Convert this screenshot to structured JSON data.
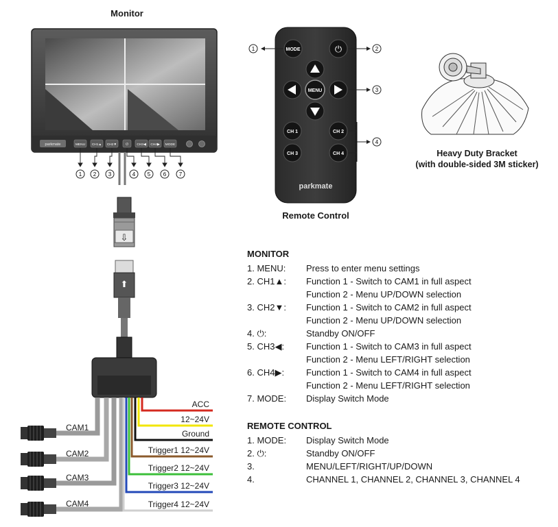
{
  "monitor": {
    "title": "Monitor",
    "brand": "parkmate",
    "buttons": [
      "MENU",
      "CH1▲",
      "CH2▼",
      "⏻",
      "CH3◀",
      "CH4▶",
      "MODE"
    ],
    "callouts": [
      "1",
      "2",
      "3",
      "4",
      "5",
      "6",
      "7"
    ]
  },
  "remote": {
    "title": "Remote Control",
    "brand": "parkmate",
    "mode_label": "MODE",
    "menu_label": "MENU",
    "ch_labels": [
      "CH 1",
      "CH 2",
      "CH 3",
      "CH 4"
    ],
    "callouts": [
      "1",
      "2",
      "3",
      "4"
    ]
  },
  "bracket": {
    "line1": "Heavy Duty Bracket",
    "line2": "(with double-sided 3M sticker)"
  },
  "connector": {
    "arrow_down": "⇩",
    "arrow_up": "⬆"
  },
  "wiring": {
    "cams": [
      "CAM1",
      "CAM2",
      "CAM3",
      "CAM4"
    ],
    "wires": [
      {
        "label": "ACC",
        "color": "#d42a1f"
      },
      {
        "label": "12~24V",
        "color": "#f2e600"
      },
      {
        "label": "Ground",
        "color": "#111111"
      },
      {
        "label": "Trigger1 12~24V",
        "color": "#8b5a2b"
      },
      {
        "label": "Trigger2 12~24V",
        "color": "#3cbf3a"
      },
      {
        "label": "Trigger3 12~24V",
        "color": "#2349b8"
      },
      {
        "label": "Trigger4 12~24V",
        "color": "#cfcfcf"
      }
    ]
  },
  "monitor_section": {
    "heading": "MONITOR",
    "rows": [
      {
        "key": "1. MENU:",
        "lines": [
          "Press to enter menu settings"
        ]
      },
      {
        "key": "2. CH1▲:",
        "lines": [
          "Function 1 - Switch to CAM1 in full aspect",
          "Function 2 - Menu UP/DOWN selection"
        ]
      },
      {
        "key": "3. CH2▼:",
        "lines": [
          "Function 1 - Switch to CAM2 in full aspect",
          "Function 2 - Menu UP/DOWN selection"
        ]
      },
      {
        "key": "4. ⏻:",
        "lines": [
          "Standby ON/OFF"
        ]
      },
      {
        "key": "5. CH3◀:",
        "lines": [
          "Function 1 - Switch to CAM3 in full aspect",
          "Function 2 - Menu LEFT/RIGHT selection"
        ]
      },
      {
        "key": "6. CH4▶:",
        "lines": [
          "Function 1 - Switch to CAM4 in full aspect",
          "Function 2 - Menu LEFT/RIGHT selection"
        ]
      },
      {
        "key": "7. MODE:",
        "lines": [
          "Display Switch Mode"
        ]
      }
    ]
  },
  "remote_section": {
    "heading": "REMOTE CONTROL",
    "rows": [
      {
        "key": "1. MODE:",
        "lines": [
          "Display Switch Mode"
        ]
      },
      {
        "key": "2. ⏻:",
        "lines": [
          "Standby ON/OFF"
        ]
      },
      {
        "key": "3.",
        "lines": [
          "MENU/LEFT/RIGHT/UP/DOWN"
        ]
      },
      {
        "key": "4.",
        "lines": [
          "CHANNEL 1, CHANNEL 2, CHANNEL 3, CHANNEL 4"
        ]
      }
    ]
  }
}
